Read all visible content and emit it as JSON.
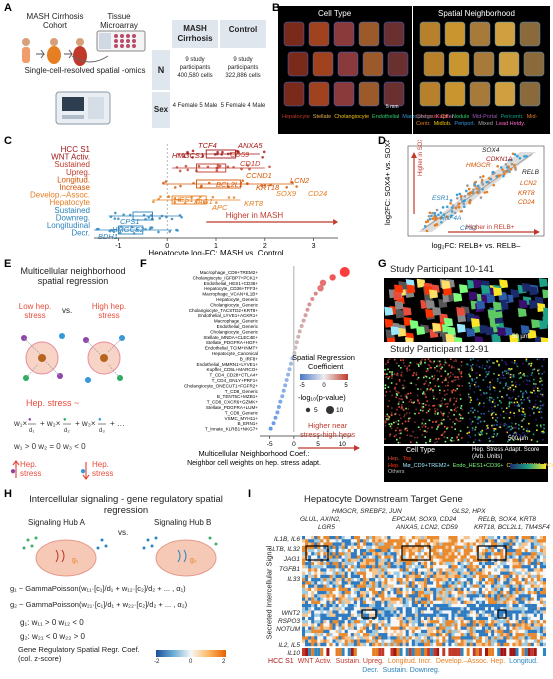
{
  "panel_labels": [
    "A",
    "B",
    "C",
    "D",
    "E",
    "F",
    "G",
    "H",
    "I"
  ],
  "panel_a": {
    "cohort_title": "MASH Cirrhosis Cohort",
    "tma_title": "Tissue Microarray",
    "method": "Single-cell-resolved spatial -omics",
    "col_mash": "MASH Cirrhosis",
    "col_control": "Control",
    "row_n": "N",
    "row_sex": "Sex",
    "n_mash": "9 study participants 400,580 cells",
    "n_control": "9 study participants 322,886 cells",
    "sex_mash": "4 Female 5 Male",
    "sex_control": "5 Female 4 Male"
  },
  "panel_b": {
    "left_title": "Cell Type",
    "right_title": "Spatial Neighborhood",
    "scale": "5 mm",
    "left_legend": [
      {
        "text": "Hepatocyte",
        "color": "#c0392b"
      },
      {
        "text": "Stellate",
        "color": "#e8b04a"
      },
      {
        "text": "Cholangiocyte",
        "color": "#f1c40f"
      },
      {
        "text": "Endothelial",
        "color": "#2ecc71"
      },
      {
        "text": "Macrophage",
        "color": "#3498db"
      },
      {
        "text": "Kupffer",
        "color": "#ff66cc"
      }
    ],
    "right_legend": [
      {
        "text": "Cirrhosis",
        "color": "#e74c3c"
      },
      {
        "text": "Cir.",
        "color": "#f39c12"
      },
      {
        "text": "Nodule",
        "color": "#2ecc71"
      },
      {
        "text": "Mid-Portal",
        "color": "#9b59b6"
      },
      {
        "text": "Pericentr.",
        "color": "#16a085"
      },
      {
        "text": "Mid-Centr.",
        "color": "#e67e22"
      },
      {
        "text": "Midlob.",
        "color": "#f1c40f"
      },
      {
        "text": "Periport.",
        "color": "#3498db"
      },
      {
        "text": "Mixed",
        "color": "#aaaaaa"
      },
      {
        "text": "Lead Hetdy.",
        "color": "#ff66cc"
      }
    ]
  },
  "panel_c": {
    "row_labels": [
      {
        "text": "HCC S1",
        "color": "#a31515"
      },
      {
        "text": "WNT Activ.",
        "color": "#a31515"
      },
      {
        "text": "Sustained",
        "color": "#c0392b"
      },
      {
        "text": "Upreg.",
        "color": "#c0392b"
      },
      {
        "text": "Longitud.",
        "color": "#d35400"
      },
      {
        "text": "Increase",
        "color": "#d35400"
      },
      {
        "text": "Develop.–Assoc.",
        "color": "#e67e22"
      },
      {
        "text": "Hepatocyte",
        "color": "#e67e22"
      },
      {
        "text": "Sustained",
        "color": "#2980b9"
      },
      {
        "text": "Downreg.",
        "color": "#2980b9"
      },
      {
        "text": "Longitudinal",
        "color": "#2e86c1"
      },
      {
        "text": "Decr.",
        "color": "#2e86c1"
      }
    ],
    "gene_labels": [
      {
        "text": "TCF4",
        "color": "#a31515"
      },
      {
        "text": "ANXA5",
        "color": "#a31515"
      },
      {
        "text": "HMGCS1",
        "color": "#a31515"
      },
      {
        "text": "CD59",
        "color": "#c0392b"
      },
      {
        "text": "CD1D",
        "color": "#c0392b"
      },
      {
        "text": "CCND1",
        "color": "#d35400"
      },
      {
        "text": "LCN2",
        "color": "#d35400"
      },
      {
        "text": "BCL2L1",
        "color": "#d35400"
      },
      {
        "text": "KRT18",
        "color": "#d35400"
      },
      {
        "text": "SOX9",
        "color": "#e67e22"
      },
      {
        "text": "CD24",
        "color": "#e67e22"
      },
      {
        "text": "JAG1",
        "color": "#e67e22"
      },
      {
        "text": "HES1",
        "color": "#e67e22"
      },
      {
        "text": "KRT8",
        "color": "#e67e22"
      },
      {
        "text": "APC",
        "color": "#e67e22"
      },
      {
        "text": "CPS1",
        "color": "#2980b9"
      },
      {
        "text": "HMGCS2",
        "color": "#2980b9"
      },
      {
        "text": "BDH1",
        "color": "#2e86c1"
      }
    ],
    "xlabel": "Hepatocyte log₂FC: MASH vs. Control",
    "ticks": [
      "-1",
      "0",
      "1",
      "2",
      "3"
    ],
    "arrow_text": "Higher in MASH"
  },
  "panel_d": {
    "ylabel": "log2FC: SOX4+ vs. SOX4–",
    "xlabel": "log₂FC: RELB+ vs. RELB–",
    "y_arrow": "Higher in SOX4+",
    "x_arrow": "Higher in RELB+",
    "genes": [
      {
        "text": "SOX4",
        "color": "#222222"
      },
      {
        "text": "CDKN1A",
        "color": "#a31515"
      },
      {
        "text": "HMGCR",
        "color": "#d35400"
      },
      {
        "text": "RELB",
        "color": "#222222"
      },
      {
        "text": "LCN2",
        "color": "#d35400"
      },
      {
        "text": "KRT8",
        "color": "#d35400"
      },
      {
        "text": "CD24",
        "color": "#d35400"
      },
      {
        "text": "ESR1",
        "color": "#2980b9"
      },
      {
        "text": "HNF4A",
        "color": "#2980b9"
      },
      {
        "text": "CPS1",
        "color": "#2980b9"
      }
    ]
  },
  "panel_e": {
    "title": "Multicellular neighborhood spatial regression",
    "low": "Low hep. stress",
    "vs": "vs.",
    "high": "High hep. stress",
    "hep_stress": "Hep. stress ~",
    "cond": "w₁ > 0   w₂ = 0   w₃ < 0",
    "bottom_left": "Hep. stress",
    "bottom_right": "Hep. stress"
  },
  "panel_f": {
    "rows": [
      "Macrophage_CD9+TREM2+",
      "Cholangiocyte_IGFBP7+PCK1+",
      "Endothelial_HES1+CD36+",
      "Hepatocyte_CD36+TFF3+",
      "Macrophage_VCAN+IL1B+",
      "Hepatocyte_Generic",
      "Cholangiocyte_Generic",
      "Cholangiocyte_TACSTD2+KRT8+",
      "Endothelial_LYVE1+ACKR1+",
      "Macrophage_Generic",
      "Endothelial_Generic",
      "Cholangiocyte_Generic",
      "Stellate_MNDA+CLEC4E+",
      "Stellate_PDGFRA+HGF+",
      "Endothelial_TCIM+INMT+",
      "Hepatocyte_Canonical",
      "B_IRF8+",
      "Endothelial_MMRN1+LYVE1+",
      "Kupffer_CD5L+MARCO+",
      "T_CD4_CD28+CTLA4+",
      "T_CD4_GNLY+PRF1+",
      "Cholangiocyte_ONECUT1+FGFR2+",
      "T_CD8_Generic",
      "B_TENT5C+MZB1+",
      "T_CD8_CXCR6+GZMK+",
      "Stellate_PDGFRA+LUM+",
      "T_CD8_Generic",
      "VSMC_MYH11+",
      "B_ERN1+",
      "T_Innate_KLRB1+NKG7+"
    ],
    "xlabel": "Multicellular Neighborhood Coef.:",
    "xlabel2": "Neighbor cell weights on hep. stress adapt.",
    "ticks": [
      "-5",
      "0",
      "5",
      "10"
    ],
    "legend_title": "Spatial Regression Coefficient",
    "cbar_ticks": [
      "-5",
      "0",
      "5"
    ],
    "size_title": "-log₁₀(p-value)",
    "size_ticks": [
      "5",
      "10"
    ],
    "arrow_text": "Higher near stress-high heps"
  },
  "panel_g": {
    "title1": "Study Participant 10-141",
    "title2": "Study Participant 12-91",
    "scale1": "50 µm",
    "scale2": "500 µm",
    "cell_type_title": "Cell Type",
    "score_title": "Hep. Stress Adapt. Score (Arb. Units)",
    "legend": [
      {
        "text": "Hep.",
        "color": "#e74c3c"
      },
      {
        "text": "Top Hep.",
        "color": "#ff3300"
      },
      {
        "text": "Mø_CD9+TREM2+",
        "color": "#9be7ff"
      },
      {
        "text": "Endo_HES1+CD36+",
        "color": "#7dff7d"
      },
      {
        "text": "Chol_IGFBP7+PCK1+",
        "color": "#ffe066"
      },
      {
        "text": "All Others",
        "color": "#bdbdbd"
      }
    ]
  },
  "panel_h": {
    "title": "Intercellular signaling - gene regulatory spatial regression",
    "hub_a": "Signaling Hub A",
    "vs": "vs.",
    "hub_b": "Signaling Hub B",
    "eq1": "g₁ ~ GammaPoisson(w₁₁·[c₁]/d₁ + w₁₂·[c₂]/d₂ + ... , α₁)",
    "eq2": "g₂ ~ GammaPoisson(w₂₁·[c₁]/d₁ + w₂₂·[c₂]/d₂ + ... , α₂)",
    "cond1": "g₁: w₁₁ > 0   w₁₂ < 0",
    "cond2": "g₂: w₂₁ < 0   w₂₂ > 0",
    "cbar_title": "Gene Regulatory Spatial Regr. Coef. (col. z-score)",
    "cbar_ticks": [
      "-2",
      "0",
      "2"
    ]
  },
  "panel_i": {
    "title": "Hepatocyte Downstream Target Gene",
    "top_genes": [
      "HMGCR, SREBF2, JUN",
      "GLS2, HPX",
      "GLUL, AXIN2,",
      "EPCAM, SOX9, CD24",
      "RELB, SOX4, KRT8",
      "LGR5",
      "ANXA5, LCN2, CD59",
      "KRT18, BCL2L1, TM4SF4"
    ],
    "ylabel": "Secreted Intercellular Signal",
    "left_genes": [
      "IL1B, IL6",
      "LTB, IL32",
      "JAG1",
      "TGFB1",
      "IL33",
      "WNT2",
      "RSPO3",
      "NOTUM",
      "IL2, IL5",
      "IL10"
    ],
    "bottom_legend": [
      {
        "text": "HCC S1",
        "color": "#a31515"
      },
      {
        "text": "WNT Activ.",
        "color": "#c0392b"
      },
      {
        "text": "Sustain. Upreg.",
        "color": "#c0392b"
      },
      {
        "text": "Longitud. Incr.",
        "color": "#e67e22"
      },
      {
        "text": "Develop.–Assoc. Hep.",
        "color": "#e67e22"
      },
      {
        "text": "Longitud. Decr.",
        "color": "#2e86c1"
      },
      {
        "text": "Sustain. Downreg.",
        "color": "#2980b9"
      }
    ]
  }
}
